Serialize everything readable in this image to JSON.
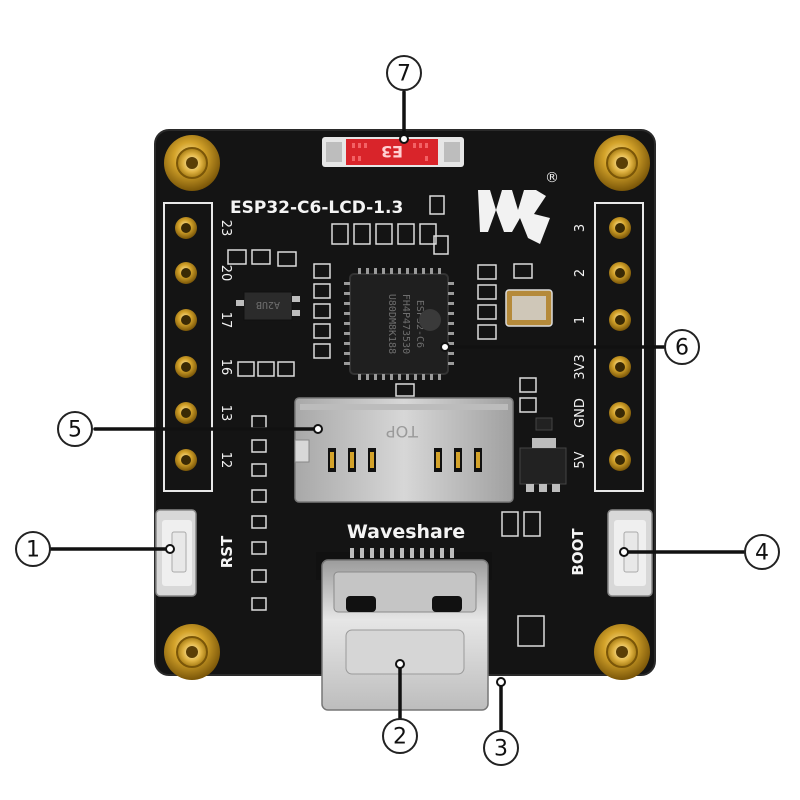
{
  "board": {
    "model_label": "ESP32-C6-LCD-1.3",
    "brand_label": "Waveshare",
    "registered_mark": "®",
    "rst_label": "RST",
    "boot_label": "BOOT",
    "sd_slot_label": "TOP",
    "pins_left": [
      "23",
      "20",
      "17",
      "16",
      "13",
      "12"
    ],
    "pins_right": [
      "3",
      "2",
      "1",
      "3V3",
      "GND",
      "5V"
    ],
    "chip_lines": [
      "ESP32-C6",
      "FH4P473530",
      "U80DM8K188"
    ],
    "small_ic_label": "A2UB"
  },
  "callouts": [
    {
      "number": "1",
      "target": "RST button"
    },
    {
      "number": "2",
      "target": "USB Type-C port"
    },
    {
      "number": "3",
      "target": "board edge"
    },
    {
      "number": "4",
      "target": "BOOT button"
    },
    {
      "number": "5",
      "target": "microSD card slot"
    },
    {
      "number": "6",
      "target": "ESP32-C6 chip"
    },
    {
      "number": "7",
      "target": "LCD connector"
    }
  ],
  "colors": {
    "pcb": "#141414",
    "gold": "#d4a32a",
    "silver": "#c8c8c8",
    "silkscreen": "#f2f2f2",
    "connector_red": "#d9242a"
  }
}
